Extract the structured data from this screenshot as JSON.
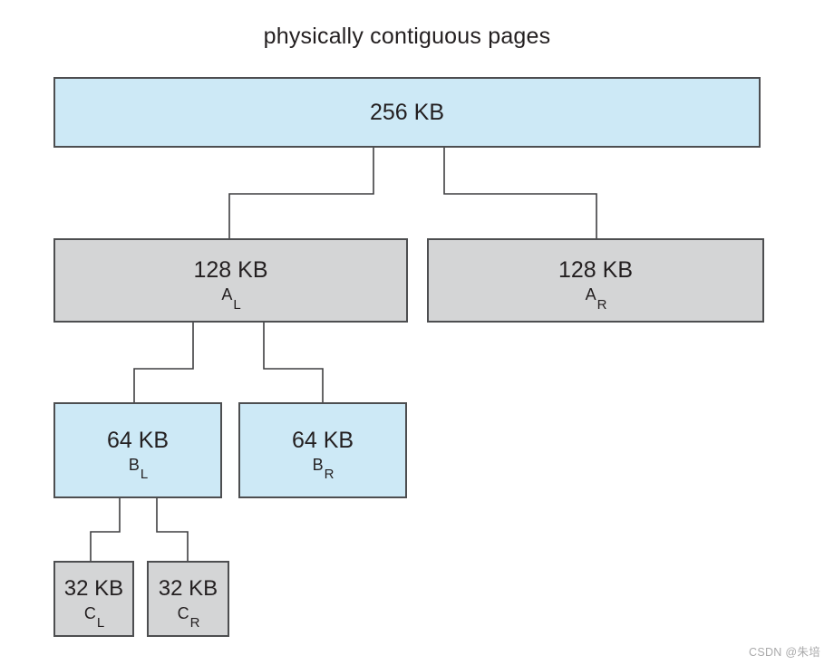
{
  "title": "physically contiguous pages",
  "watermark": "CSDN @朱培",
  "colors": {
    "blue": "#cde9f6",
    "gray": "#d4d5d6",
    "border": "#4d4e50",
    "line": "#3f3f41",
    "text": "#231f20",
    "watermark": "#aaaaab"
  },
  "nodes": [
    {
      "id": "root",
      "size": "256 KB",
      "tag": "",
      "tag_sub": "",
      "variant": "blue",
      "parent": null
    },
    {
      "id": "AL",
      "size": "128 KB",
      "tag": "A",
      "tag_sub": "L",
      "variant": "gray",
      "parent": "root"
    },
    {
      "id": "AR",
      "size": "128 KB",
      "tag": "A",
      "tag_sub": "R",
      "variant": "gray",
      "parent": "root"
    },
    {
      "id": "BL",
      "size": "64 KB",
      "tag": "B",
      "tag_sub": "L",
      "variant": "blue",
      "parent": "AL"
    },
    {
      "id": "BR",
      "size": "64 KB",
      "tag": "B",
      "tag_sub": "R",
      "variant": "blue",
      "parent": "AL"
    },
    {
      "id": "CL",
      "size": "32 KB",
      "tag": "C",
      "tag_sub": "L",
      "variant": "gray",
      "parent": "BL"
    },
    {
      "id": "CR",
      "size": "32 KB",
      "tag": "C",
      "tag_sub": "R",
      "variant": "gray",
      "parent": "BL"
    }
  ]
}
